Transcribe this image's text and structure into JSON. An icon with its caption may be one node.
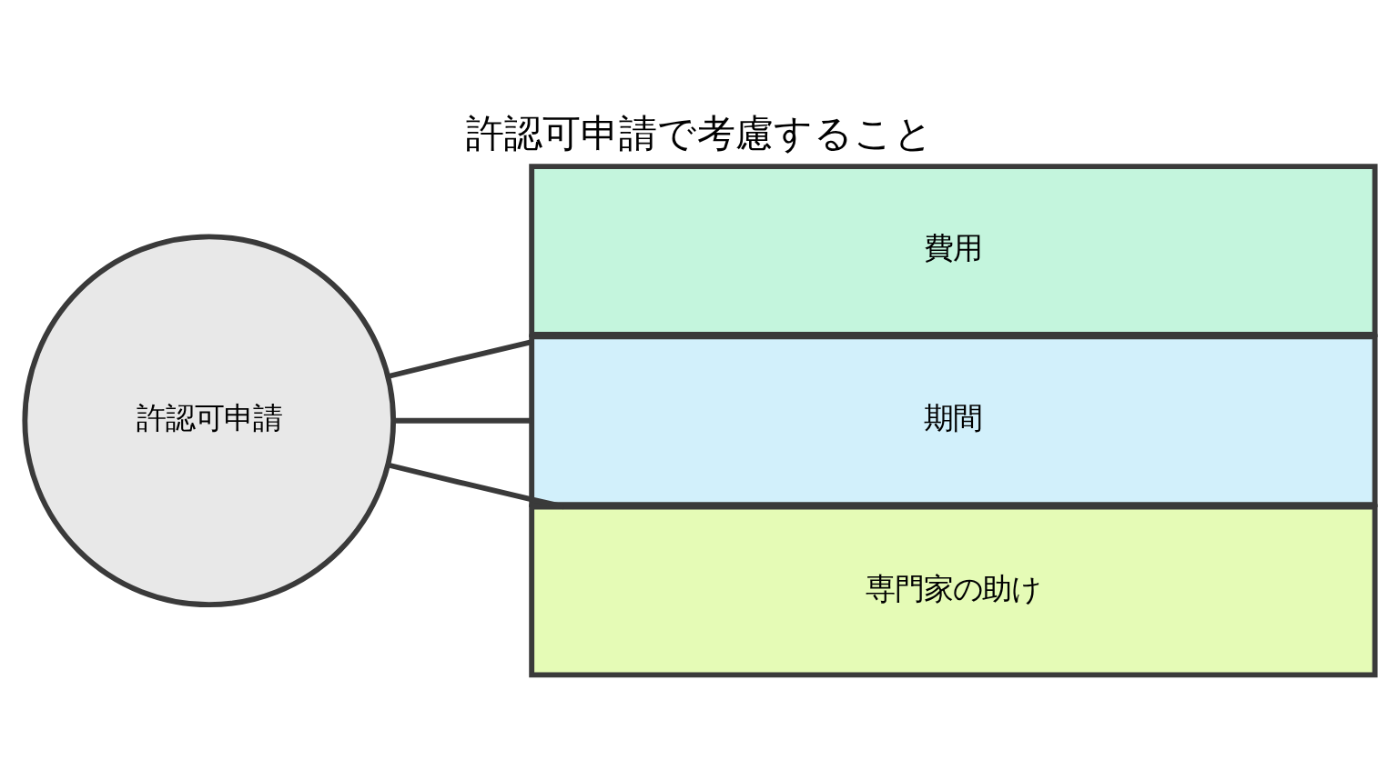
{
  "diagram": {
    "title": "許認可申請で考慮すること",
    "nodes": [
      {
        "text": [
          "許認可申請"
        ]
      },
      {
        "text": [
          "費用"
        ]
      },
      {
        "text": [
          "期間"
        ]
      },
      {
        "text": [
          "専門家の助け"
        ]
      }
    ],
    "edges": [
      {
        "from": 0,
        "to": 1,
        "arrow": "none"
      },
      {
        "from": 0,
        "to": 2,
        "arrow": "none"
      },
      {
        "from": 0,
        "to": 3,
        "arrow": "none"
      }
    ]
  }
}
